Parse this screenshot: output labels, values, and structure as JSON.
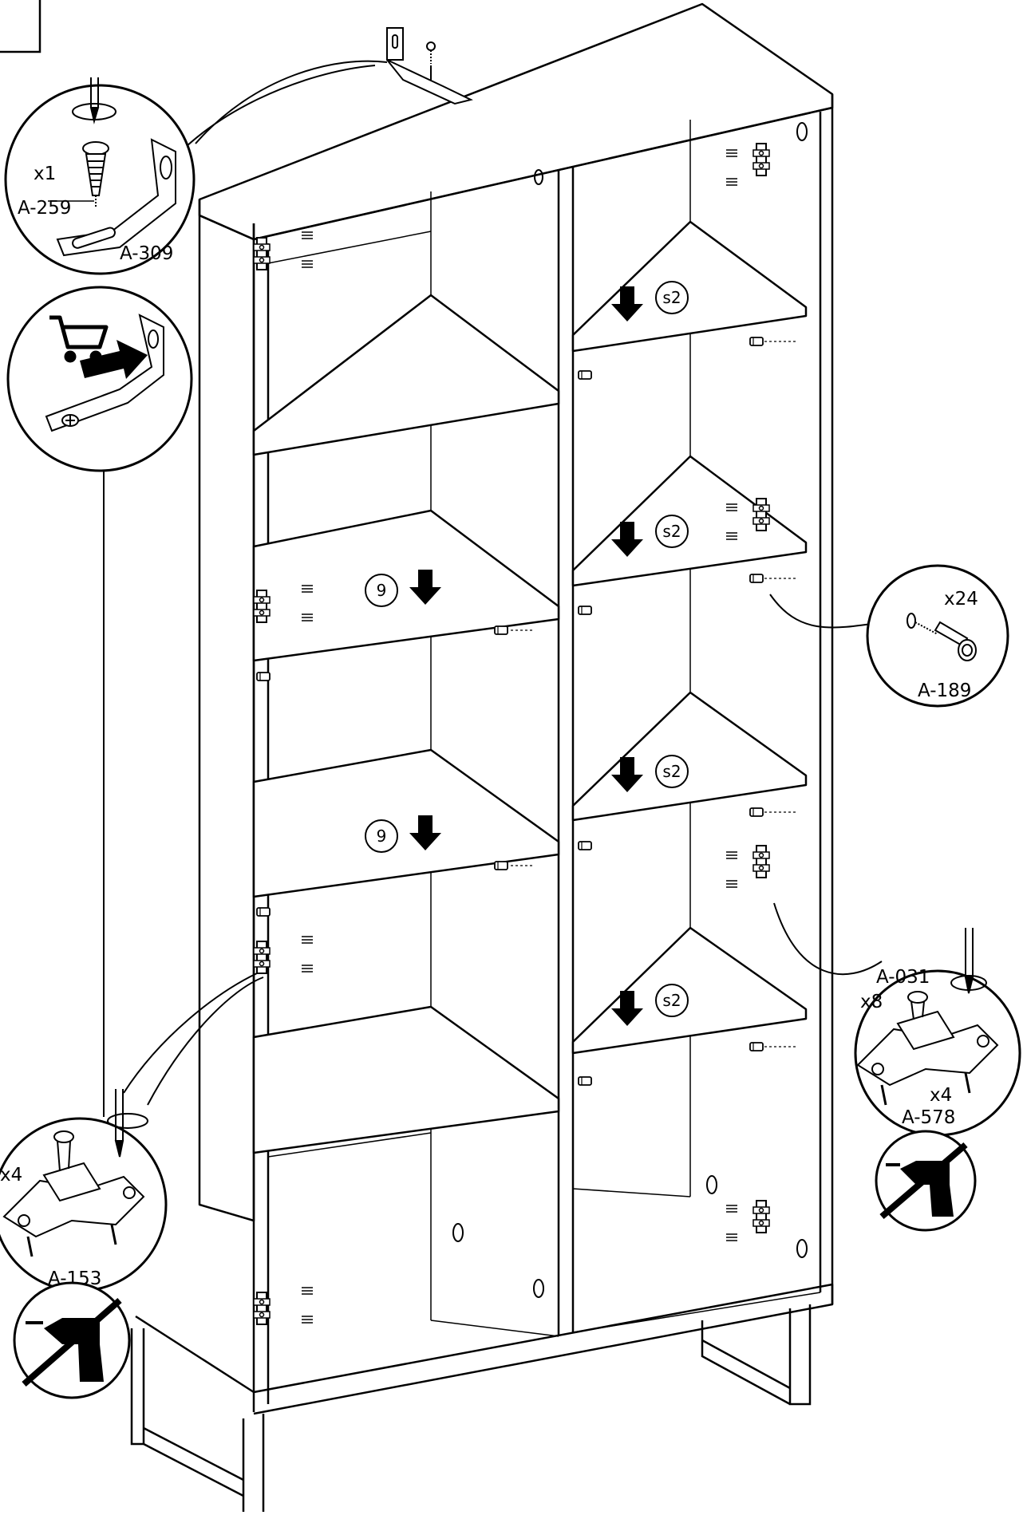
{
  "labels": {
    "anchor_qty": "x1",
    "screw_code": "A-259",
    "bracket_code": "A-309",
    "dowel_qty": "x24",
    "dowel_code": "A-189",
    "screw_right_code": "A-031",
    "screw_right_qty": "x8",
    "hinge_plate_right_qty": "x4",
    "hinge_plate_right_code": "A-578",
    "hinge_plate_left_qty": "x4",
    "hinge_plate_left_code": "A-153"
  },
  "shelf_markers": {
    "left_1": "9",
    "left_2": "9",
    "right_1": "s2",
    "right_2": "s2",
    "right_3": "s2",
    "right_4": "s2"
  },
  "icons": {
    "screwdriver": "screwdriver-icon",
    "shopping_cart": "cart-icon",
    "no_power_drill": "no-power-drill-icon",
    "arrow_down": "arrow-down-icon"
  },
  "colors": {
    "line": "#000000",
    "background": "#ffffff"
  }
}
